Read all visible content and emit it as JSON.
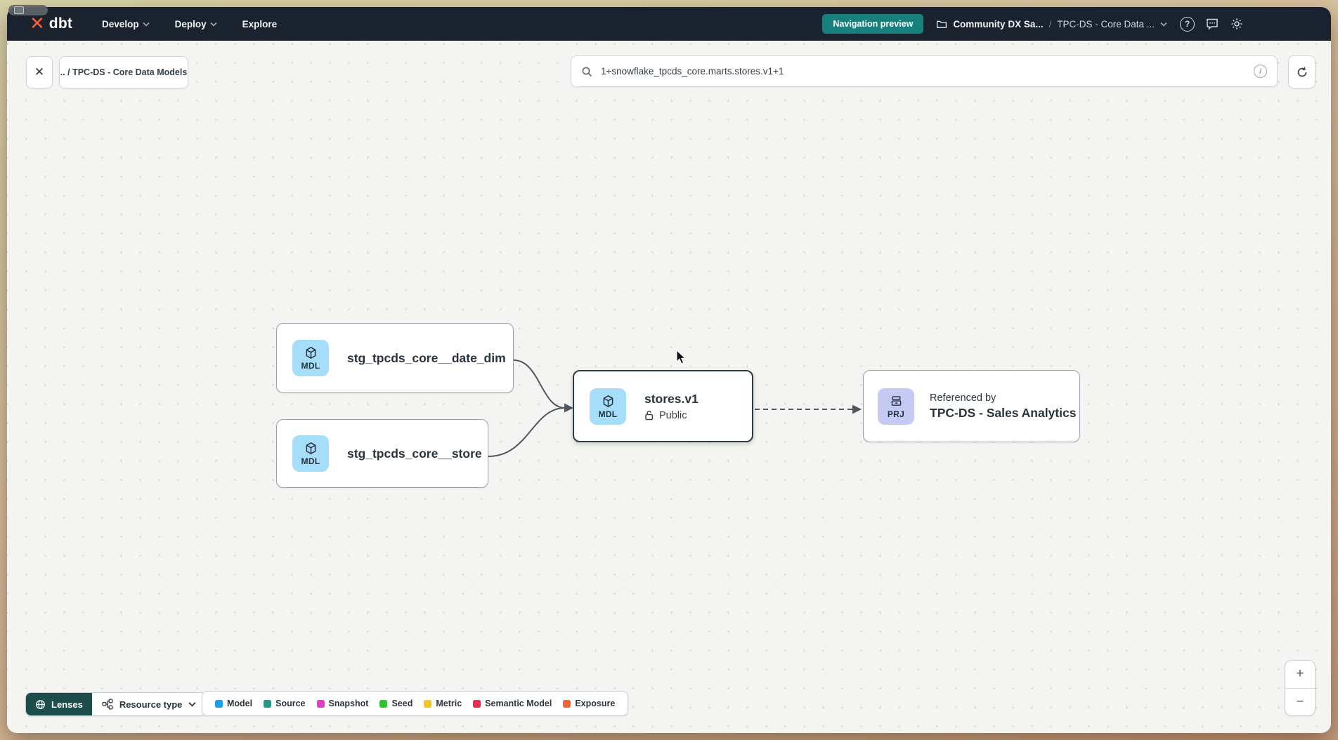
{
  "navbar": {
    "logo_text": "dbt",
    "menus": [
      {
        "label": "Develop",
        "chevron": true
      },
      {
        "label": "Deploy",
        "chevron": true
      },
      {
        "label": "Explore",
        "chevron": false
      }
    ],
    "badge_label": "Navigation preview",
    "breadcrumb": {
      "project": "Community DX Sa...",
      "separator": "/",
      "page": "TPC-DS - Core Data ..."
    },
    "help_glyph": "?"
  },
  "toolbar": {
    "close_glyph": "✕",
    "breadcrumb_chip": ".. / TPC-DS - Core Data Models",
    "search_value": "1+snowflake_tpcds_core.marts.stores.v1+1",
    "info_glyph": "i"
  },
  "graph": {
    "nodes": [
      {
        "badge": "MDL",
        "label": "stg_tpcds_core__date_dim"
      },
      {
        "badge": "MDL",
        "label": "stg_tpcds_core__store"
      },
      {
        "badge": "MDL",
        "label": "stores.v1",
        "access": "Public"
      },
      {
        "badge": "PRJ",
        "caption": "Referenced by",
        "label": "TPC-DS - Sales Analytics"
      }
    ]
  },
  "footer": {
    "lenses_label": "Lenses",
    "resource_type_label": "Resource type",
    "legend": [
      {
        "label": "Model",
        "color": "#1e9de6"
      },
      {
        "label": "Source",
        "color": "#21988c"
      },
      {
        "label": "Snapshot",
        "color": "#e03ec8"
      },
      {
        "label": "Seed",
        "color": "#31c431"
      },
      {
        "label": "Metric",
        "color": "#f2c71d"
      },
      {
        "label": "Semantic Model",
        "color": "#e82b52"
      },
      {
        "label": "Exposure",
        "color": "#ef6430"
      }
    ],
    "zoom_in": "+",
    "zoom_out": "−"
  },
  "icons": {
    "search": "magnifier",
    "refresh": "circular-arrow",
    "folder": "folder-outline",
    "feedback": "speech-bubble",
    "settings": "gear",
    "model_badge": "cube",
    "project_badge": "drawer-stack",
    "access": "open-padlock",
    "lenses": "globe-lens",
    "resource_type": "graph-nodes",
    "cursor": "arrow-pointer"
  },
  "colors": {
    "navbar_bg": "#1a222e",
    "badge_bg": "#17807c",
    "model_tile": "#a6ddf8",
    "project_tile": "#c5caf5",
    "edge": "#4e565e",
    "lenses_bg": "#1d4d4b"
  }
}
